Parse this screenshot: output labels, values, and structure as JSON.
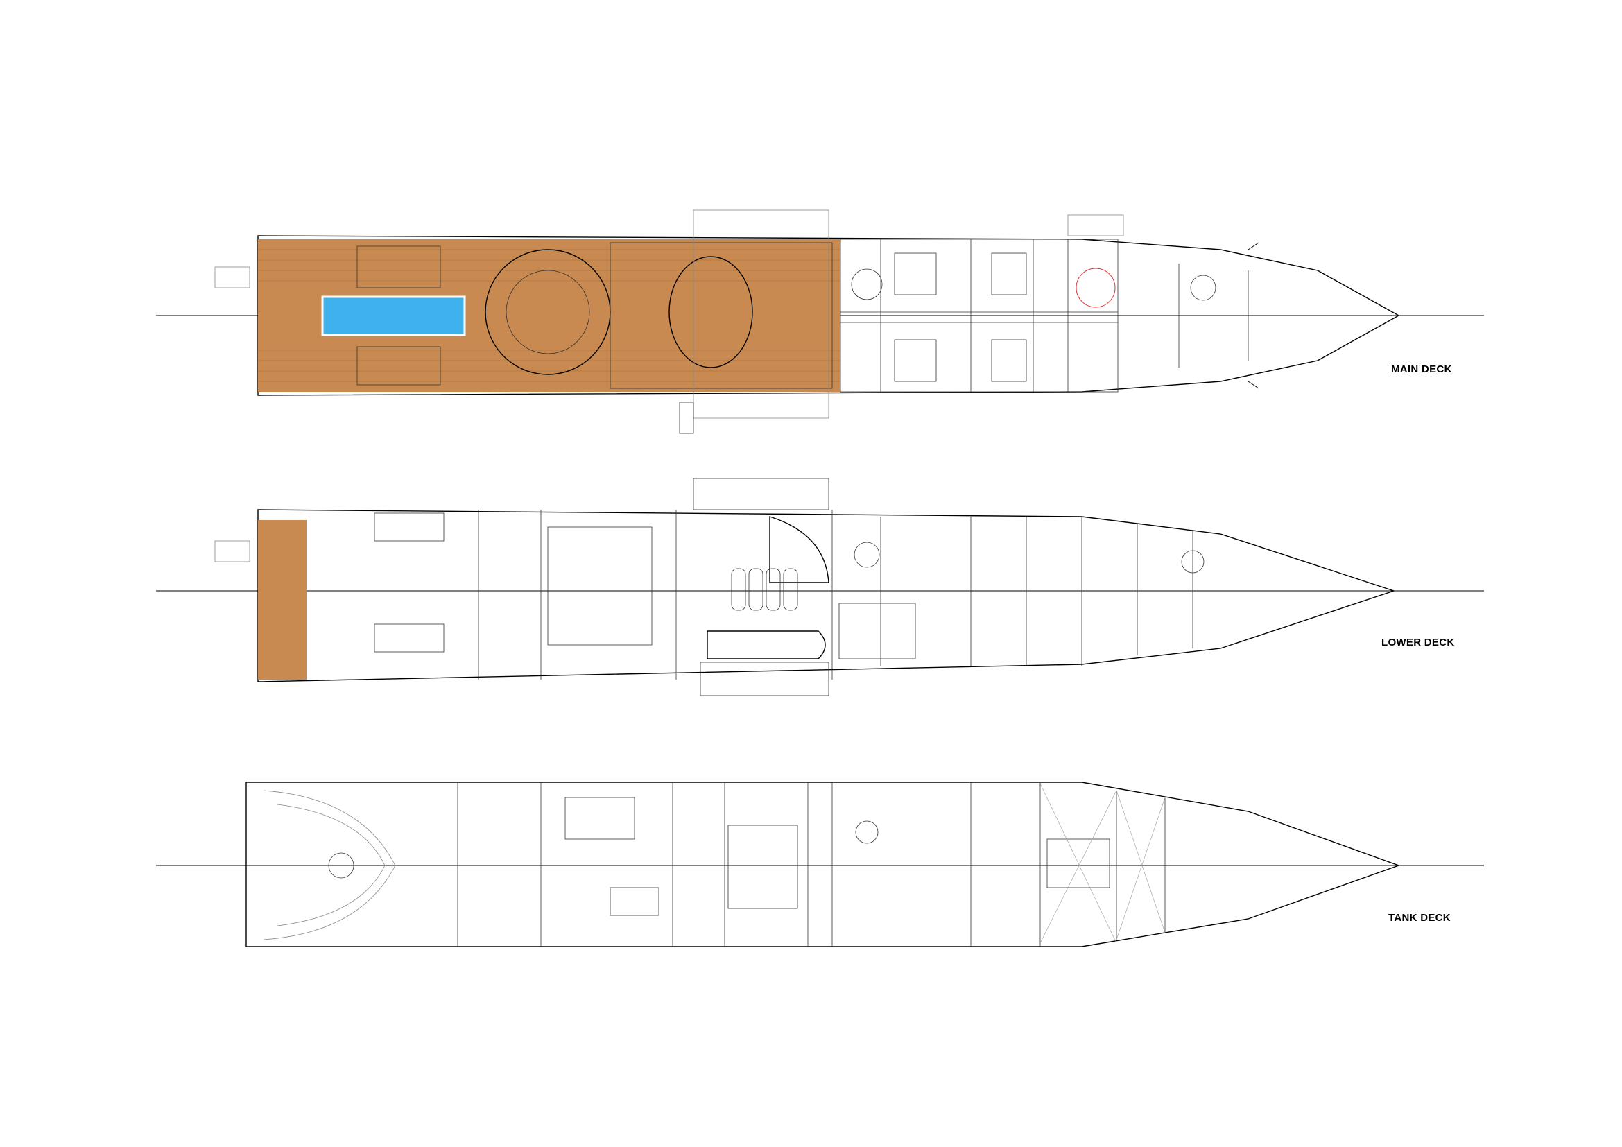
{
  "decks": [
    {
      "label": "MAIN DECK"
    },
    {
      "label": "LOWER DECK"
    },
    {
      "label": "TANK DECK"
    }
  ],
  "colors": {
    "teak": "#c98a52",
    "pool": "#3fb2ee",
    "line": "#000000",
    "grey": "#9a9a9a"
  }
}
